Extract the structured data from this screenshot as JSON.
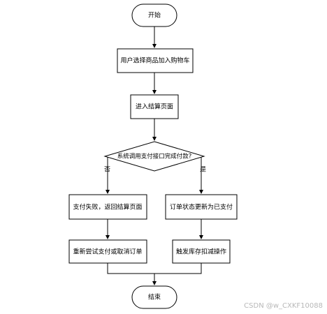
{
  "nodes": {
    "start": "开始",
    "add_to_cart": "用户选择商品加入购物车",
    "enter_checkout": "进入结算页面",
    "decision": "系统调用支付接口完成付款?",
    "fail": "支付失败，返回结算页面",
    "paid": "订单状态更新为已支付",
    "retry": "重新尝试支付或取消订单",
    "stock": "触发库存扣减操作",
    "end": "结束"
  },
  "branches": {
    "no": "否",
    "yes": "是"
  },
  "watermark": "CSDN @w_CXKF10088"
}
